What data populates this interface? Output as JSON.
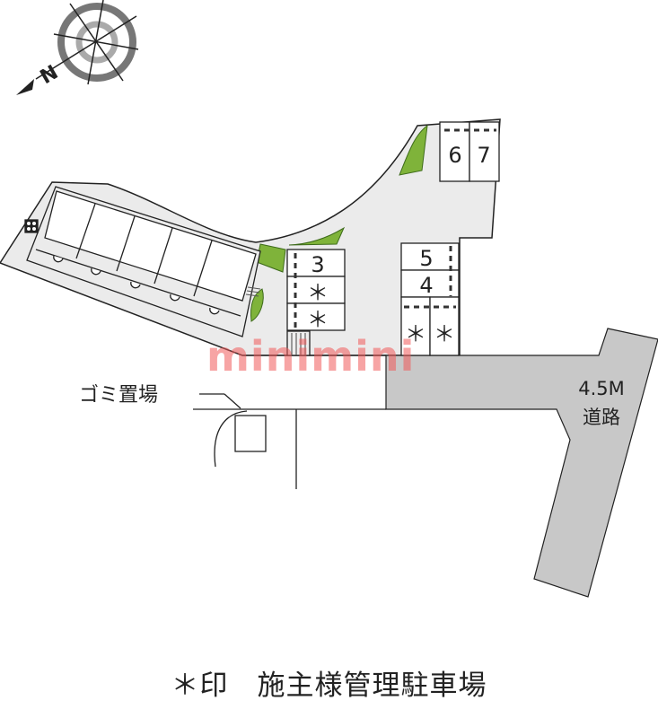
{
  "compass": {
    "north_label": "N"
  },
  "parking": {
    "stall_3": "3",
    "stall_4": "4",
    "stall_5": "5",
    "stall_6": "6",
    "stall_7": "7",
    "owner_mark": "＊"
  },
  "labels": {
    "garbage": "ゴミ置場",
    "road_width": "4.5M",
    "road": "道路"
  },
  "watermark": "minimini",
  "footer": {
    "legend": "＊印　施主様管理駐車場"
  },
  "colors": {
    "lot": "#ebebeb",
    "road": "#c8c8c8",
    "greenery": "#7fb33a",
    "watermark": "#f05a5a"
  }
}
